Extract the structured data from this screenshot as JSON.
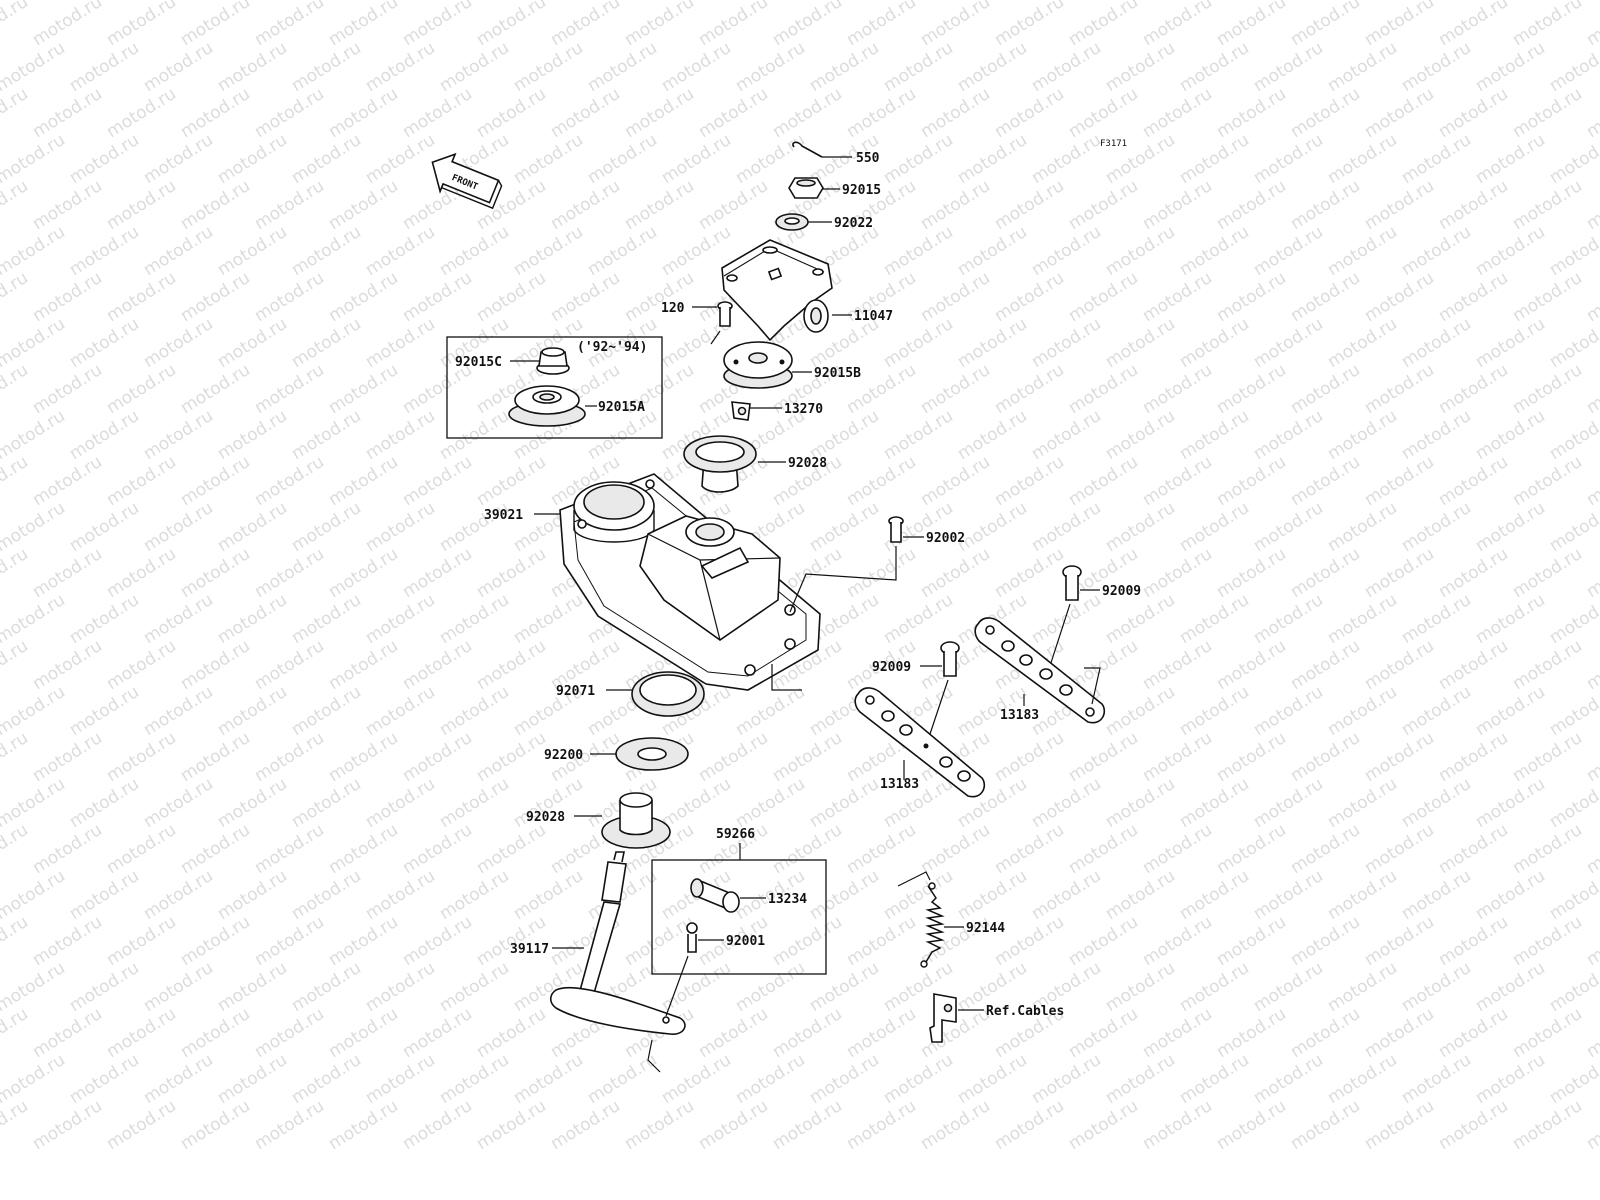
{
  "watermark": {
    "text": "motod.ru"
  },
  "figure_code": "F3171",
  "front_arrow": {
    "text": "FRONT"
  },
  "inset_boxes": [
    {
      "id": "variant-box",
      "note": "('92~'94)"
    },
    {
      "id": "kit-box",
      "kit_number": "59266"
    }
  ],
  "parts": [
    {
      "id": "p550",
      "number": "550"
    },
    {
      "id": "p92015",
      "number": "92015"
    },
    {
      "id": "p92022",
      "number": "92022"
    },
    {
      "id": "p11047",
      "number": "11047"
    },
    {
      "id": "p120",
      "number": "120"
    },
    {
      "id": "p92015C",
      "number": "92015C"
    },
    {
      "id": "p92015B",
      "number": "92015B"
    },
    {
      "id": "p92015A",
      "number": "92015A"
    },
    {
      "id": "p13270",
      "number": "13270"
    },
    {
      "id": "p92028a",
      "number": "92028"
    },
    {
      "id": "p39021",
      "number": "39021"
    },
    {
      "id": "p92002",
      "number": "92002"
    },
    {
      "id": "p92009a",
      "number": "92009"
    },
    {
      "id": "p92009b",
      "number": "92009"
    },
    {
      "id": "p13183a",
      "number": "13183"
    },
    {
      "id": "p13183b",
      "number": "13183"
    },
    {
      "id": "p92071",
      "number": "92071"
    },
    {
      "id": "p92200",
      "number": "92200"
    },
    {
      "id": "p92028b",
      "number": "92028"
    },
    {
      "id": "p13234",
      "number": "13234"
    },
    {
      "id": "p92001",
      "number": "92001"
    },
    {
      "id": "p39117",
      "number": "39117"
    },
    {
      "id": "p92144",
      "number": "92144"
    },
    {
      "id": "pRefCables",
      "number": "Ref.Cables"
    }
  ]
}
